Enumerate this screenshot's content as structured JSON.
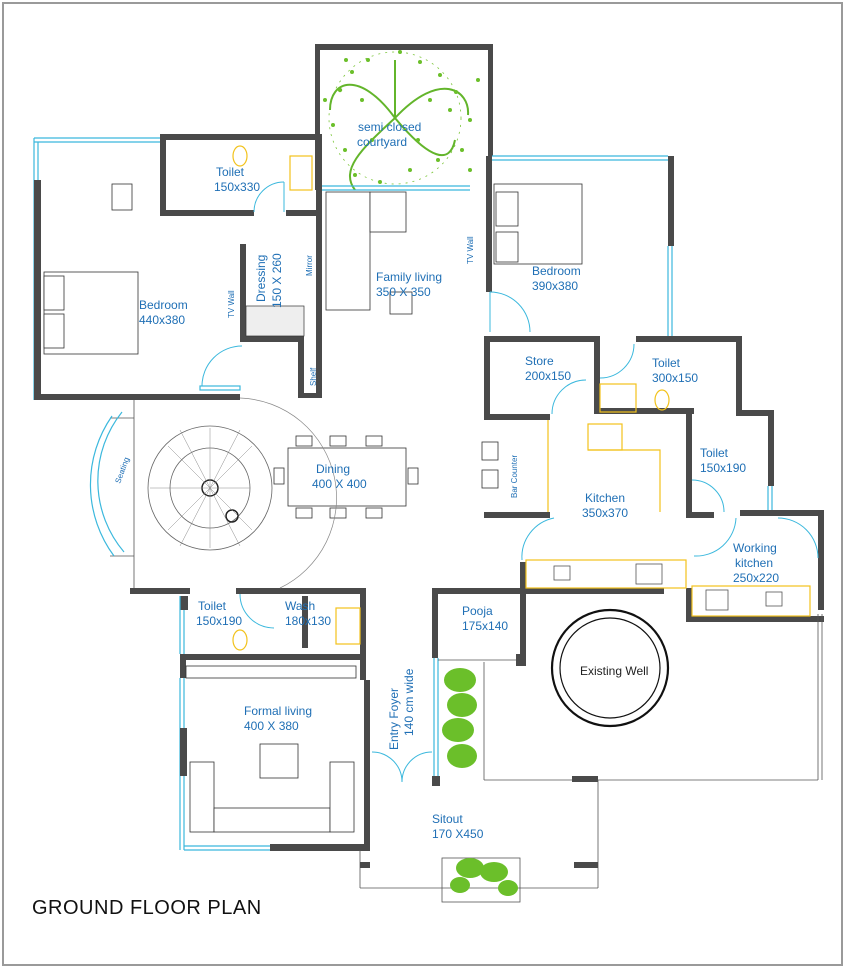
{
  "plan_title": "GROUND FLOOR PLAN",
  "rooms": {
    "courtyard": {
      "l1": "semi closed",
      "l2": "courtyard"
    },
    "toilet_nw": {
      "name": "Toilet",
      "size": "150x330"
    },
    "dressing": {
      "name": "Dressing",
      "size": "150 X 260"
    },
    "bedroom_w": {
      "name": "Bedroom",
      "size": "440x380"
    },
    "family_living": {
      "name": "Family living",
      "size": "350 X 350"
    },
    "bedroom_e": {
      "name": "Bedroom",
      "size": "390x380"
    },
    "store": {
      "name": "Store",
      "size": "200x150"
    },
    "toilet_ne": {
      "name": "Toilet",
      "size": "300x150"
    },
    "toilet_e": {
      "name": "Toilet",
      "size": "150x190"
    },
    "kitchen": {
      "name": "Kitchen",
      "size": "350x370"
    },
    "working_kitchen": {
      "l1": "Working",
      "l2": "kitchen",
      "size": "250x220"
    },
    "dining": {
      "name": "Dining",
      "size": "400 X 400"
    },
    "toilet_sw": {
      "name": "Toilet",
      "size": "150x190"
    },
    "wash": {
      "name": "Wash",
      "size": "180x130"
    },
    "pooja": {
      "name": "Pooja",
      "size": "175x140"
    },
    "existing_well": {
      "name": "Existing Well"
    },
    "formal_living": {
      "name": "Formal living",
      "size": "400 X 380"
    },
    "entry_foyer": {
      "l1": "Entry Foyer",
      "l2": "140 cm wide"
    },
    "sitout": {
      "name": "Sitout",
      "size": "170 X450"
    }
  },
  "small_labels": {
    "tv_wall_w": "TV Wall",
    "mirror": "Mirror",
    "shelf": "Shelf",
    "tv_wall_e": "TV Wall",
    "bar_counter": "Bar Counter",
    "seating": "Seating"
  },
  "colors": {
    "wall": "#4a4a4a",
    "window": "#3bb8dd",
    "kitchen_fixture": "#f2c21b",
    "label": "#1f6fb5",
    "plant": "#6bbf2a"
  }
}
